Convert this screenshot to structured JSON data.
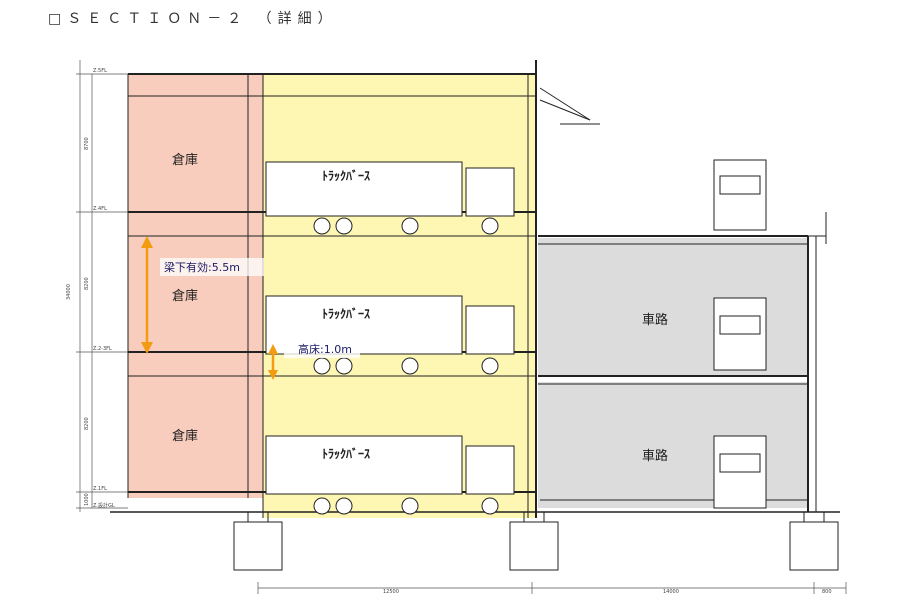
{
  "title": "□ＳＥＣＴＩＯＮ－２ （詳細）",
  "rooms": {
    "warehouse": [
      "倉庫",
      "倉庫",
      "倉庫"
    ],
    "truck_berth": [
      "ﾄﾗｯｸﾊﾞｰｽ",
      "ﾄﾗｯｸﾊﾞｰｽ",
      "ﾄﾗｯｸﾊﾞｰｽ"
    ],
    "ramp": [
      "車路",
      "車路"
    ]
  },
  "callouts": {
    "beam_clearance": "梁下有効:5.5m",
    "raised_floor": "高床:1.0m"
  },
  "levels": [
    "Z.5FL",
    "Z.4FL",
    "Z.2-3FL",
    "Z.1FL",
    "Z.設計GL"
  ],
  "dimensions": {
    "overall_height": "34000",
    "floor_heights": [
      "8700",
      "8200",
      "8200",
      "1000"
    ],
    "bottom_spans": [
      "12500",
      "14000",
      "800"
    ]
  },
  "colors": {
    "warehouse": "#f8cdbd",
    "truck_berth": "#fdf7b3",
    "ramp": "#dcdcdc",
    "arrow": "#f39c12"
  }
}
